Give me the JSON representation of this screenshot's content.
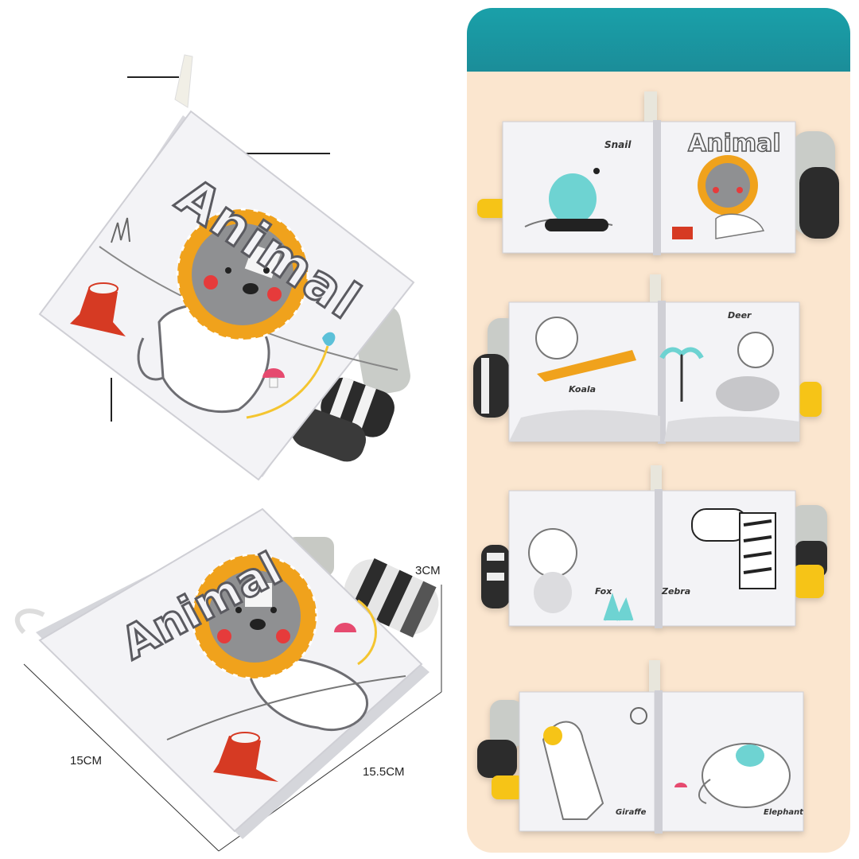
{
  "product": {
    "cover_title": "Animal",
    "dimensions": {
      "thickness": "3CM",
      "width": "15CM",
      "height": "15.5CM"
    }
  },
  "panel": {
    "header_color": "#1e9aa4",
    "background_color": "#fbe6cf",
    "spreads": [
      {
        "left_label": "Snail",
        "right_label": "Animal"
      },
      {
        "left_label": "Koala",
        "right_label": "Deer"
      },
      {
        "left_label": "Fox",
        "right_label": "Zebra"
      },
      {
        "left_label": "Giraffe",
        "right_label": "Elephant"
      }
    ]
  },
  "colors": {
    "lion_mane": "#f0a21c",
    "lion_face": "#8f9092",
    "page": "#f3f3f6",
    "yellow_tag": "#f6c417",
    "stump": "#d63a23",
    "teal": "#6ed3d2"
  }
}
